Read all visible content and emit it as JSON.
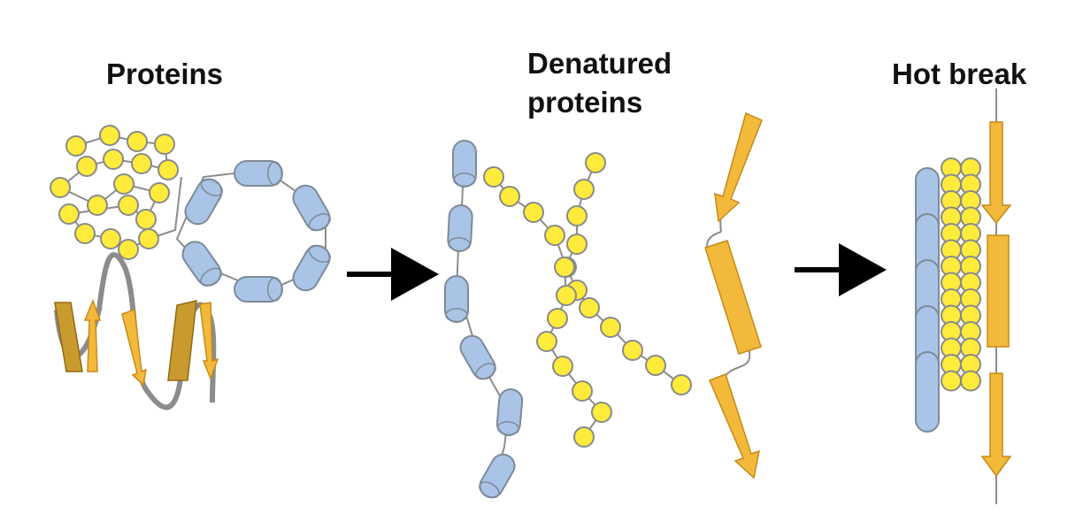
{
  "labels": {
    "stage1": "Proteins",
    "stage2_line1": "Denatured",
    "stage2_line2": "proteins",
    "stage3": "Hot break"
  },
  "colors": {
    "background": "#ffffff",
    "bead_fill": "#ffeb3b",
    "bead_stroke": "#8a8a8a",
    "cylinder_fill": "#a9c4e6",
    "cylinder_stroke": "#7f8a99",
    "strand_fill": "#f3b93a",
    "strand_stroke": "#c68a1a",
    "helix_dark": "#c99a2e",
    "link": "#8c8c8c",
    "arrow": "#000000"
  },
  "icons": [
    "random-coil-bead-cluster",
    "helix-cylinder-ring",
    "beta-helix-ribbon",
    "unfolded-cylinder-chain",
    "unfolded-bead-chains",
    "unfolded-strand-arrows",
    "process-arrow",
    "aggregated-hot-break"
  ]
}
